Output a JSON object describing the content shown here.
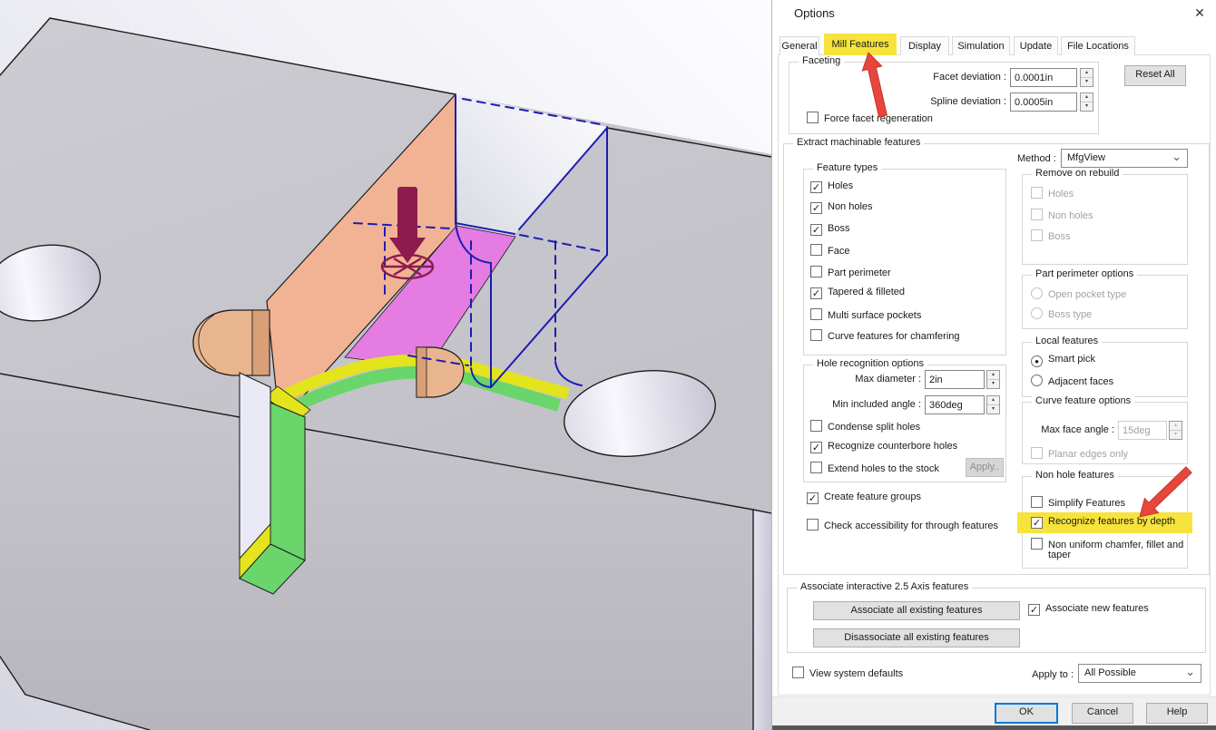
{
  "cad": {
    "colors": {
      "pocket_far_wall": "#f2b394",
      "pocket_near_wall": "#e47ce2",
      "pocket_fillet": "#e3e31e",
      "pocket_floor": "#69d56b",
      "boss": "#e9b58f",
      "boss_shade": "#d99f77",
      "slot_left_wall": "#eae9f6",
      "wireframe": "#1c1cb4",
      "direction_arrow": "#8e1b4d"
    }
  },
  "dialog": {
    "title": "Options",
    "close_glyph": "✕",
    "colors": {
      "tab_highlight": "#f6e33b",
      "row_highlight": "#f6e33b",
      "arrow": "#e8453c",
      "focus": "#0078d7"
    },
    "icons": {
      "chevron": "⌄",
      "spin_up": "▴",
      "spin_down": "▾"
    },
    "tabs": [
      {
        "label": "General"
      },
      {
        "label": "Mill Features",
        "active": true
      },
      {
        "label": "Display"
      },
      {
        "label": "Simulation"
      },
      {
        "label": "Update"
      },
      {
        "label": "File Locations"
      }
    ],
    "faceting": {
      "legend": "Faceting",
      "facet_label": "Facet deviation :",
      "facet_value": "0.0001in",
      "spline_label": "Spline deviation :",
      "spline_value": "0.0005in",
      "force_label": "Force facet regeneration",
      "force_mark": "",
      "reset_label": "Reset All"
    },
    "extract": {
      "legend": "Extract machinable features",
      "feature_types": {
        "legend": "Feature types",
        "items": [
          {
            "label": "Holes",
            "mark": "✓"
          },
          {
            "label": "Non holes",
            "mark": "✓"
          },
          {
            "label": "Boss",
            "mark": "✓"
          },
          {
            "label": "Face",
            "mark": ""
          },
          {
            "label": "Part perimeter",
            "mark": ""
          },
          {
            "label": "Tapered & filleted",
            "mark": "✓"
          },
          {
            "label": "Multi surface pockets",
            "mark": ""
          },
          {
            "label": "Curve features for chamfering",
            "mark": ""
          }
        ]
      },
      "hole_options": {
        "legend": "Hole recognition options",
        "max_d_label": "Max diameter :",
        "max_d_value": "2in",
        "min_a_label": "Min included angle :",
        "min_a_value": "360deg",
        "items": [
          {
            "label": "Condense split holes",
            "mark": ""
          },
          {
            "label": "Recognize counterbore holes",
            "mark": "✓"
          },
          {
            "label": "Extend holes to the stock",
            "mark": ""
          }
        ],
        "apply_label": "Apply.."
      },
      "create_groups": {
        "label": "Create feature groups",
        "mark": "✓"
      },
      "check_access": {
        "label": "Check accessibility for through features",
        "mark": ""
      },
      "method_label": "Method :",
      "method_value": "MfgView",
      "remove_rebuild": {
        "legend": "Remove on rebuild",
        "items": [
          {
            "label": "Holes",
            "mark": ""
          },
          {
            "label": "Non holes",
            "mark": ""
          },
          {
            "label": "Boss",
            "mark": ""
          }
        ]
      },
      "part_perimeter": {
        "legend": "Part perimeter options",
        "items": [
          {
            "label": "Open pocket type",
            "dot": ""
          },
          {
            "label": "Boss type",
            "dot": ""
          }
        ]
      },
      "local_features": {
        "legend": "Local features",
        "items": [
          {
            "label": "Smart pick",
            "dot": "●"
          },
          {
            "label": "Adjacent faces",
            "dot": ""
          }
        ]
      },
      "curve_options": {
        "legend": "Curve feature options",
        "angle_label": "Max face angle :",
        "angle_value": "15deg",
        "planar_label": "Planar edges only",
        "planar_mark": ""
      },
      "non_hole": {
        "legend": "Non hole features",
        "simplify": {
          "label": "Simplify Features",
          "mark": ""
        },
        "recognize": {
          "label": "Recognize features by depth",
          "mark": "✓"
        },
        "non_uniform_line1": "Non uniform chamfer, fillet and",
        "non_uniform_line2": "taper",
        "non_uniform_mark": ""
      }
    },
    "associate": {
      "legend": "Associate interactive 2.5 Axis features",
      "all_existing_label": "Associate all existing features",
      "disassociate_label": "Disassociate all existing features",
      "new_features": {
        "label": "Associate new features",
        "mark": "✓"
      }
    },
    "footer": {
      "view_defaults": {
        "label": "View system defaults",
        "mark": ""
      },
      "apply_to_label": "Apply to :",
      "apply_to_value": "All Possible",
      "ok": "OK",
      "cancel": "Cancel",
      "help": "Help"
    }
  }
}
